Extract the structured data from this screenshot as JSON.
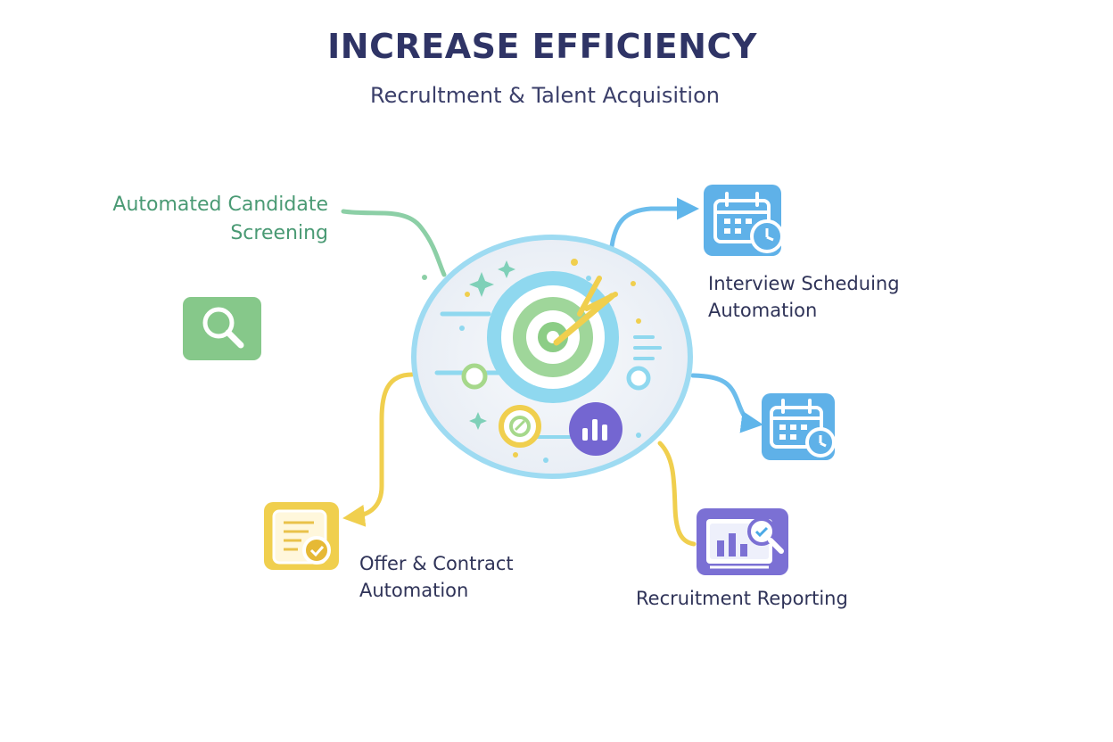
{
  "header": {
    "title": "INCREASE EFFICIENCY",
    "subtitle": "Recrultment & Talent Acquisition"
  },
  "nodes": [
    {
      "id": "screening",
      "lines": [
        "Automated Candidate",
        "Screening"
      ],
      "icon": "magnifier-icon",
      "color": "#7cc68a"
    },
    {
      "id": "interview",
      "lines": [
        "Interview Scheduing",
        "Automation"
      ],
      "icon": "calendar-clock-icon",
      "color": "#4aa9e6"
    },
    {
      "id": "calendar2",
      "lines": [],
      "icon": "calendar-clock-icon",
      "color": "#4aa9e6"
    },
    {
      "id": "offer",
      "lines": [
        "Offer & Contract",
        "Automation"
      ],
      "icon": "document-check-icon",
      "color": "#f0cf4e"
    },
    {
      "id": "reporting",
      "lines": [
        "Recruitment Reporting"
      ],
      "icon": "bar-chart-magnifier-icon",
      "color": "#7a6fd3"
    }
  ],
  "center": {
    "icon": "target-arrow-icon",
    "ring_color": "#8fd8ef",
    "accent": "#f0cf4e"
  }
}
